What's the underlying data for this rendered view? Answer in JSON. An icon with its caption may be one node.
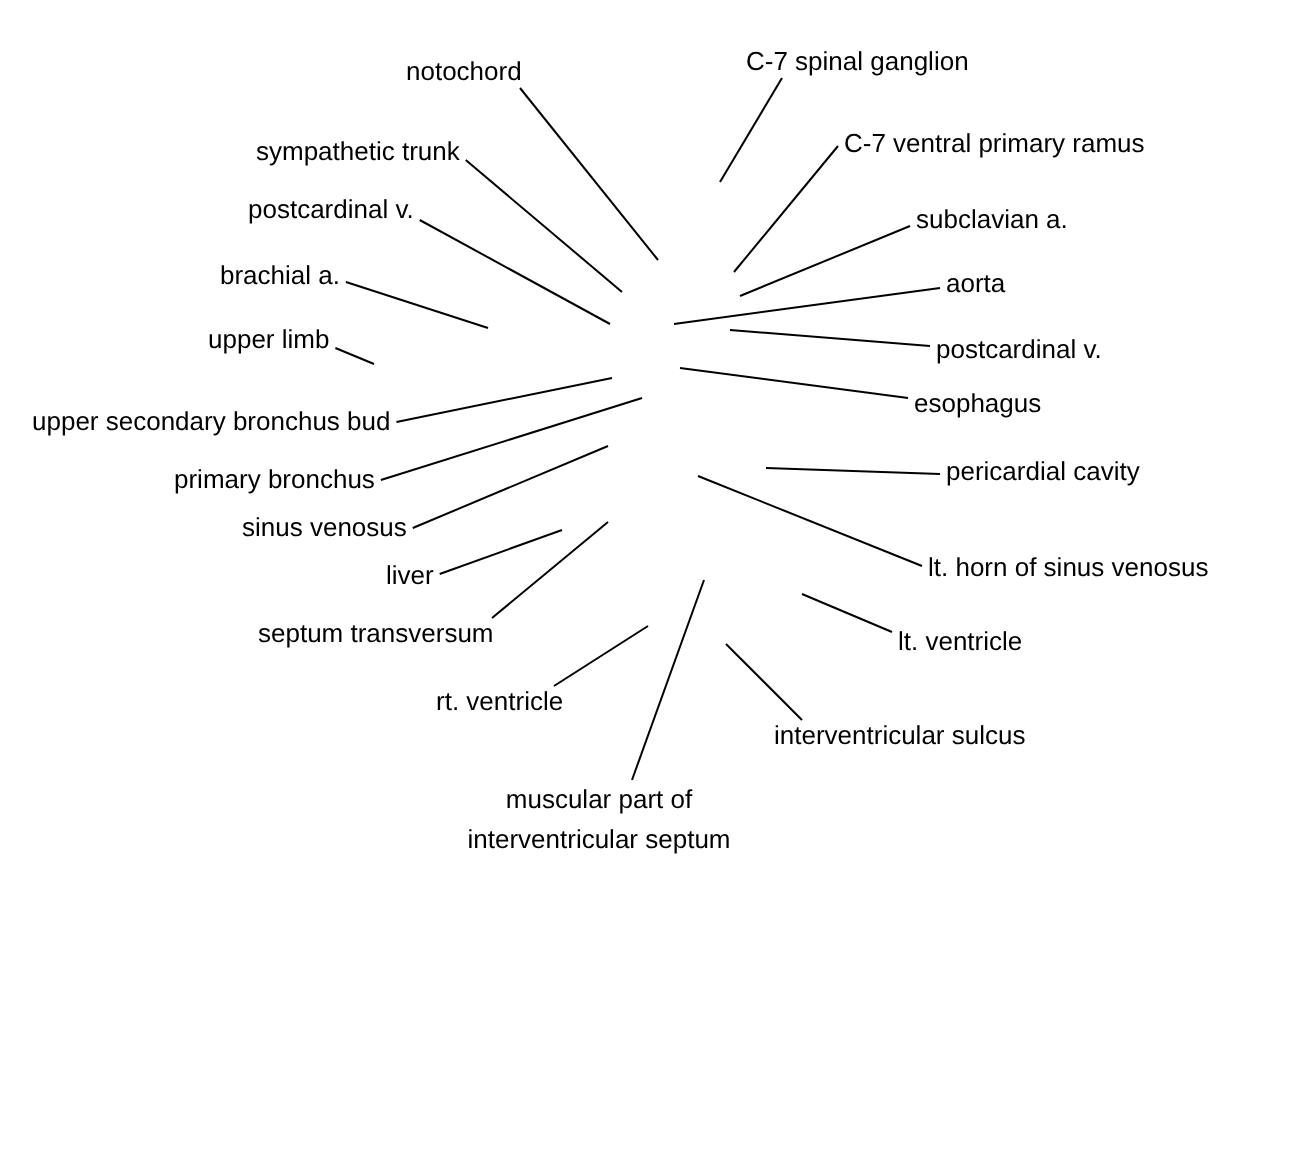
{
  "diagram": {
    "nodes": [
      {
        "text": [
          "notochord"
        ]
      },
      {
        "text": [
          "C-7 spinal ganglion"
        ]
      },
      {
        "text": [
          "sympathetic trunk"
        ]
      },
      {
        "text": [
          "C-7 ventral primary ramus"
        ]
      },
      {
        "text": [
          "postcardinal v."
        ]
      },
      {
        "text": [
          "subclavian a."
        ]
      },
      {
        "text": [
          "brachial a."
        ]
      },
      {
        "text": [
          "aorta"
        ]
      },
      {
        "text": [
          "upper limb"
        ]
      },
      {
        "text": [
          "postcardinal v."
        ]
      },
      {
        "text": [
          "upper secondary bronchus bud"
        ]
      },
      {
        "text": [
          "esophagus"
        ]
      },
      {
        "text": [
          "primary bronchus"
        ]
      },
      {
        "text": [
          "pericardial cavity"
        ]
      },
      {
        "text": [
          "sinus venosus"
        ]
      },
      {
        "text": [
          "lt. horn of sinus venosus"
        ]
      },
      {
        "text": [
          "liver"
        ]
      },
      {
        "text": [
          "septum transversum"
        ]
      },
      {
        "text": [
          "lt. ventricle"
        ]
      },
      {
        "text": [
          "rt. ventricle"
        ]
      },
      {
        "text": [
          "interventricular sulcus"
        ]
      },
      {
        "text": [
          "muscular part of interventricular septum"
        ]
      }
    ],
    "edges": [
      {
        "from": 0,
        "to": null,
        "arrow": "none"
      },
      {
        "from": 1,
        "to": null,
        "arrow": "none"
      },
      {
        "from": 2,
        "to": null,
        "arrow": "none"
      },
      {
        "from": 3,
        "to": null,
        "arrow": "none"
      },
      {
        "from": 4,
        "to": null,
        "arrow": "none"
      },
      {
        "from": 5,
        "to": null,
        "arrow": "none"
      },
      {
        "from": 6,
        "to": null,
        "arrow": "none"
      },
      {
        "from": 7,
        "to": null,
        "arrow": "none"
      },
      {
        "from": 8,
        "to": null,
        "arrow": "none"
      },
      {
        "from": 9,
        "to": null,
        "arrow": "none"
      },
      {
        "from": 10,
        "to": null,
        "arrow": "none"
      },
      {
        "from": 11,
        "to": null,
        "arrow": "none"
      },
      {
        "from": 12,
        "to": null,
        "arrow": "none"
      },
      {
        "from": 13,
        "to": null,
        "arrow": "none"
      },
      {
        "from": 14,
        "to": null,
        "arrow": "none"
      },
      {
        "from": 15,
        "to": null,
        "arrow": "none"
      },
      {
        "from": 16,
        "to": null,
        "arrow": "none"
      },
      {
        "from": 17,
        "to": null,
        "arrow": "none"
      },
      {
        "from": 18,
        "to": null,
        "arrow": "none"
      },
      {
        "from": 19,
        "to": null,
        "arrow": "none"
      },
      {
        "from": 20,
        "to": null,
        "arrow": "none"
      },
      {
        "from": 21,
        "to": null,
        "arrow": "none"
      }
    ]
  }
}
